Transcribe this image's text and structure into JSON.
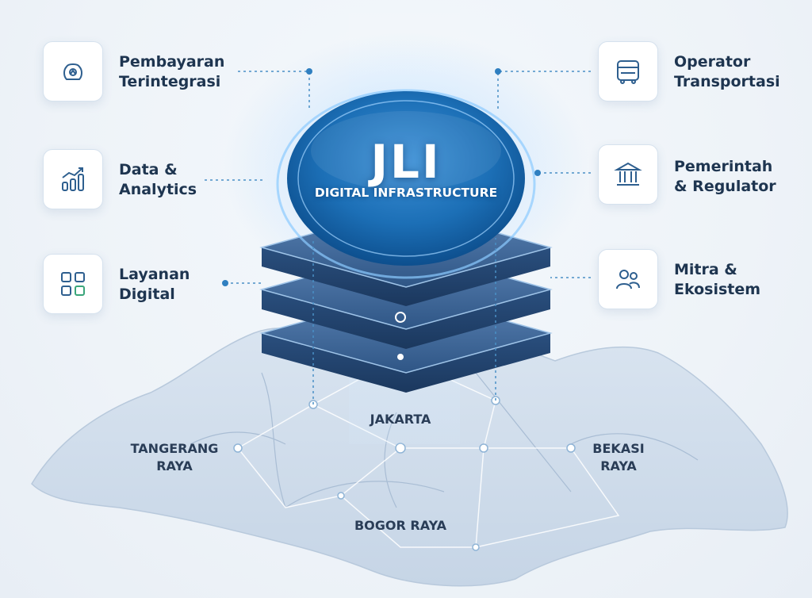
{
  "core": {
    "title": "JLI",
    "subtitle": "DIGITAL INFRASTRUCTURE"
  },
  "left_nodes": [
    {
      "line1": "Pembayaran",
      "line2": "Terintegrasi",
      "icon": "wallet-icon"
    },
    {
      "line1": "Data &",
      "line2": "Analytics",
      "icon": "bar-chart-icon"
    },
    {
      "line1": "Layanan",
      "line2": "Digital",
      "icon": "grid-icon"
    }
  ],
  "right_nodes": [
    {
      "line1": "Operator",
      "line2": "Transportasi",
      "icon": "bus-icon"
    },
    {
      "line1": "Pemerintah",
      "line2": "& Regulator",
      "icon": "government-building-icon"
    },
    {
      "line1": "Mitra &",
      "line2": "Ekosistem",
      "icon": "partners-icon"
    }
  ],
  "regions": {
    "jakarta": "JAKARTA",
    "tangerang": {
      "line1": "TANGERANG",
      "line2": "RAYA"
    },
    "bekasi": {
      "line1": "BEKASI",
      "line2": "RAYA"
    },
    "bogor": "BOGOR RAYA"
  },
  "colors": {
    "core_blue": "#1c6fb6",
    "platform_navy": "#2a4f7e",
    "icon_blue": "#2e5f8f",
    "map_fill": "#cfdcea",
    "connector": "#4a90c6"
  }
}
